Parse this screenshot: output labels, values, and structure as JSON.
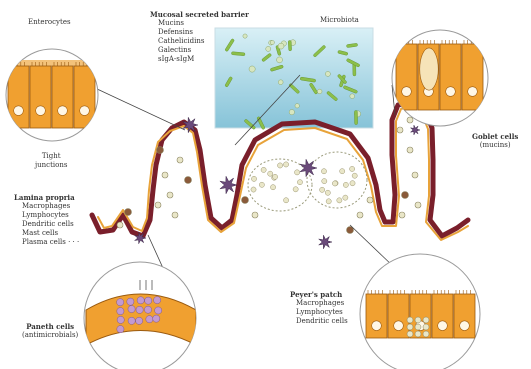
{
  "labels": {
    "enterocytes": "Enterocytes",
    "tight_junctions": [
      "Tight",
      "junctions"
    ],
    "mucosal_barrier": {
      "title": "Mucosal secreted barrier",
      "items": [
        "Mucins",
        "Defensins",
        "Cathelicidins",
        "Galectins",
        "sIgA-sIgM"
      ]
    },
    "microbiota": "Microbiota",
    "goblet_cells": [
      "Goblet cells",
      "(mucins)"
    ],
    "lamina_propria": {
      "title": "Lamina propria",
      "items": [
        "Macrophages",
        "Lymphocytes",
        "Dendritic cells",
        "Mast cells",
        "Plasma cells · · ·"
      ]
    },
    "paneth_cells": [
      "Paneth cells",
      "(antimicrobials)"
    ],
    "peyers_patch": {
      "title": "Peyer's patch",
      "items": [
        "Macrophages",
        "Lymphocytes",
        "Dendritic cells"
      ]
    }
  },
  "colors": {
    "cell_fill": "#f0a030",
    "cell_border": "#9a5a10",
    "outer_line": "#7a1f2b",
    "inner_line": "#e8a33a",
    "lumen_top": "#cfe9f2",
    "lumen_bottom": "#8ec9dc",
    "bacteria": "#8cbf4a",
    "purple_cell": "#6a4a7a",
    "brown_cell": "#8a5a3a",
    "lymphocyte": "#e9e6c8"
  }
}
